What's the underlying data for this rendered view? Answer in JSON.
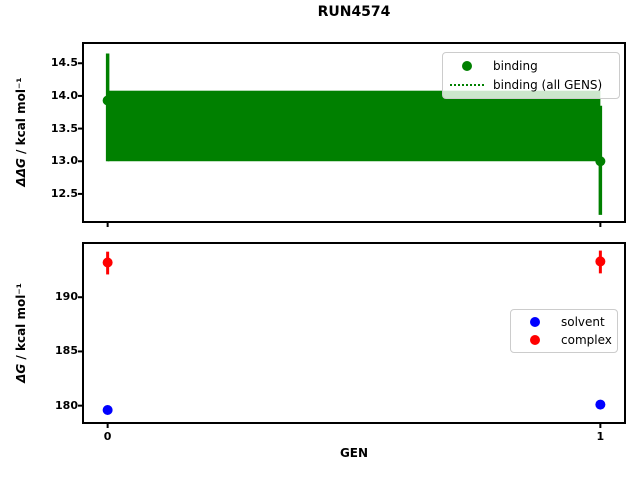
{
  "figure": {
    "title": "RUN4574",
    "background": "#ffffff",
    "colors": {
      "binding": "#008000",
      "solvent": "#0000ff",
      "complex": "#ff0000",
      "spine": "#000000",
      "legend_border": "#cccccc"
    }
  },
  "chart_data": [
    {
      "type": "scatter",
      "subplot": "top",
      "title": "RUN4574",
      "xlabel": "",
      "ylabel": "ΔΔG / kcal mol⁻¹",
      "ylabel_math": "ΔΔG",
      "ylabel_units": " / kcal mol⁻¹",
      "xlim": [
        -0.05,
        1.05
      ],
      "ylim": [
        12.07,
        14.81
      ],
      "grid": false,
      "yticks": {
        "values": [
          12.5,
          13.0,
          13.5,
          14.0,
          14.5
        ],
        "labels": [
          "12.5",
          "13.0",
          "13.5",
          "14.0",
          "14.5"
        ]
      },
      "xticks": {
        "values": [
          0,
          1
        ],
        "labels": [
          "",
          ""
        ]
      },
      "legend": {
        "position": "upper-right",
        "entries": [
          {
            "label": "binding",
            "swatch": "dot",
            "color": "#008000"
          },
          {
            "label": "binding (all GENS)",
            "swatch": "dotted-line",
            "color": "#008000"
          }
        ]
      },
      "series": [
        {
          "name": "binding (all GENS)",
          "type": "hline-with-band",
          "color": "#008000",
          "mean": 13.54,
          "band_lo": 13.0,
          "band_hi": 14.08,
          "x_start": 0,
          "x_end": 1
        },
        {
          "name": "binding",
          "type": "errorbar-scatter",
          "color": "#008000",
          "err_linewidth": 3.5,
          "points": [
            {
              "x": 0,
              "y": 13.93,
              "err_lo": 13.0,
              "err_hi": 14.65
            },
            {
              "x": 1,
              "y": 13.0,
              "err_lo": 12.18,
              "err_hi": 13.85
            }
          ]
        }
      ]
    },
    {
      "type": "scatter",
      "subplot": "bottom",
      "title": "",
      "xlabel": "GEN",
      "ylabel": "ΔG / kcal mol⁻¹",
      "ylabel_math": "ΔG",
      "ylabel_units": " / kcal mol⁻¹",
      "xlim": [
        -0.05,
        1.05
      ],
      "ylim": [
        178.4,
        195.0
      ],
      "grid": false,
      "yticks": {
        "values": [
          180,
          185,
          190
        ],
        "labels": [
          "180",
          "185",
          "190"
        ]
      },
      "xticks": {
        "values": [
          0,
          1
        ],
        "labels": [
          "0",
          "1"
        ]
      },
      "legend": {
        "position": "center-right",
        "entries": [
          {
            "label": "solvent",
            "swatch": "dot",
            "color": "#0000ff"
          },
          {
            "label": "complex",
            "swatch": "dot",
            "color": "#ff0000"
          }
        ]
      },
      "series": [
        {
          "name": "solvent",
          "type": "errorbar-scatter",
          "color": "#0000ff",
          "err_linewidth": 3,
          "points": [
            {
              "x": 0,
              "y": 179.6,
              "err_lo": 179.4,
              "err_hi": 179.8
            },
            {
              "x": 1,
              "y": 180.1,
              "err_lo": 179.9,
              "err_hi": 180.3
            }
          ]
        },
        {
          "name": "complex",
          "type": "errorbar-scatter",
          "color": "#ff0000",
          "err_linewidth": 3,
          "points": [
            {
              "x": 0,
              "y": 193.2,
              "err_lo": 192.1,
              "err_hi": 194.2
            },
            {
              "x": 1,
              "y": 193.3,
              "err_lo": 192.2,
              "err_hi": 194.3
            }
          ]
        }
      ]
    }
  ]
}
